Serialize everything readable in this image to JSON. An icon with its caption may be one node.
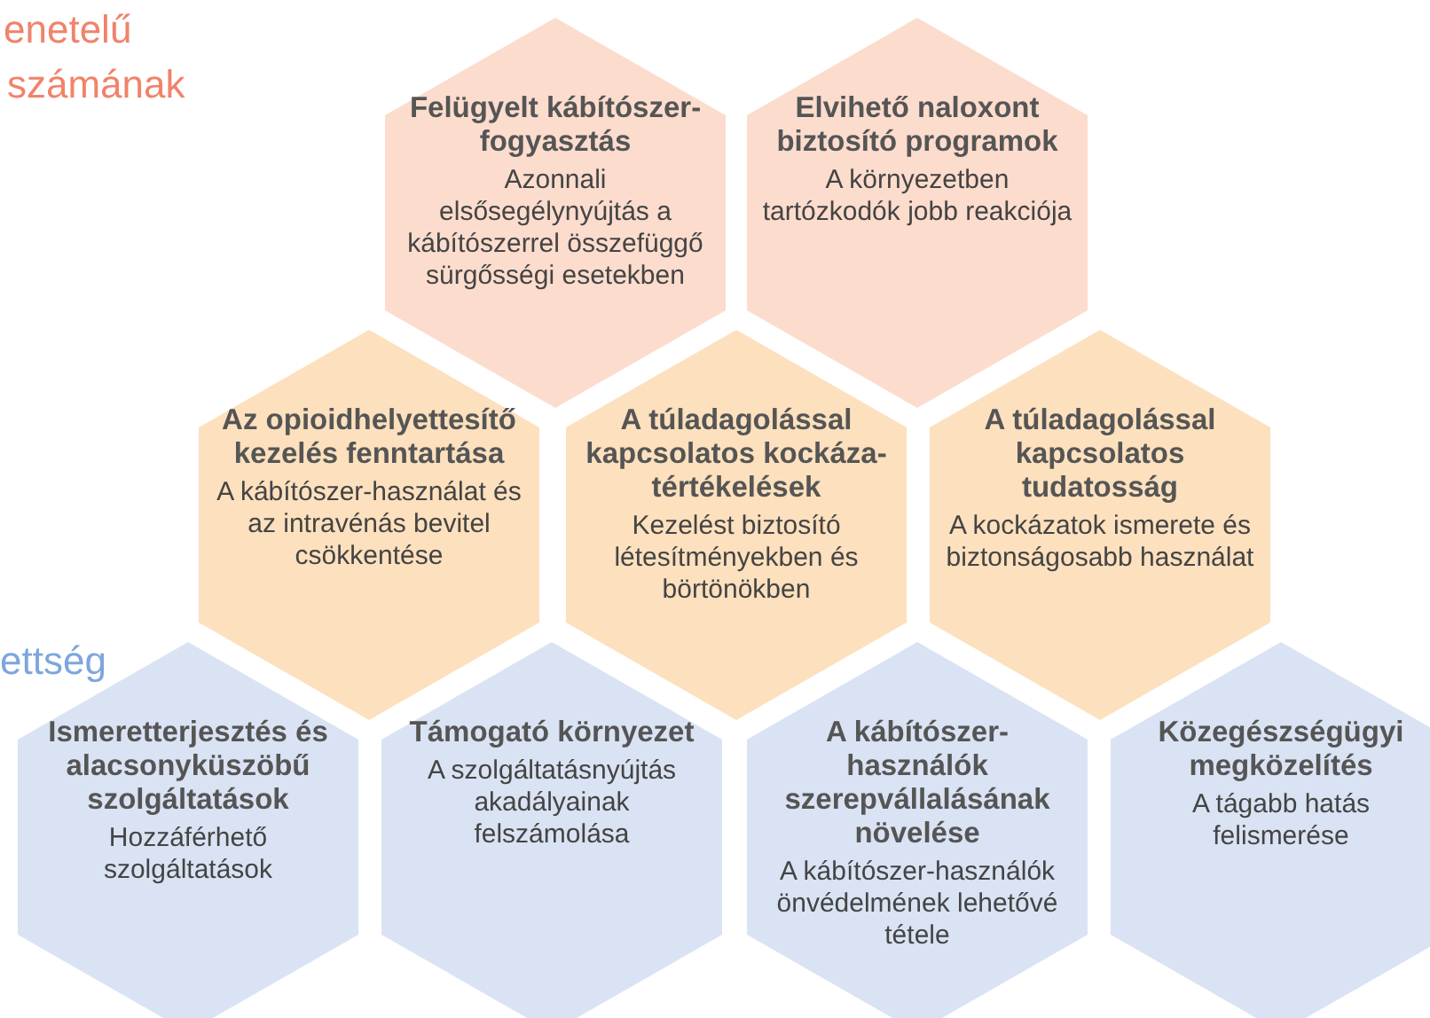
{
  "diagram": {
    "nodes": [
      {
        "text": [
          "Felügyelt kábítószer-fogyasztás",
          "Azonnali elsősegélynyújtás a kábítószerrel összefüggő sürgősségi esetekben"
        ]
      },
      {
        "text": [
          "Elvihető naloxont biztosító programok",
          "A környezetben tartózkodók jobb reakciója"
        ]
      },
      {
        "text": [
          "Az opioidhelyettesítő kezelés fenntartása",
          "A kábítószer-használat és az intravénás bevitel csökkentése"
        ]
      },
      {
        "text": [
          "A túladagolással kapcsolatos kockáza-tértékelések",
          "Kezelést biztosító létesítményekben és börtönökben"
        ]
      },
      {
        "text": [
          "A túladagolással kapcsolatos tudatosság",
          "A kockázatok ismerete és biztonságosabb használat"
        ]
      },
      {
        "text": [
          "Ismeretterjesztés és alacsonyküszöbű szolgáltatások",
          "Hozzáférhető szolgáltatások"
        ]
      },
      {
        "text": [
          "Támogató környezet",
          "A szolgáltatásnyújtás akadályainak felszámolása"
        ]
      },
      {
        "text": [
          "A kábítószer-használók szerepvállalásának növelése",
          "A kábítószer-használók önvédelmének lehetővé tétele"
        ]
      },
      {
        "text": [
          "Közegészségügyi megközelítés",
          "A tágabb hatás felismerése"
        ]
      }
    ],
    "labels": [
      "enetelű",
      "számának",
      "ettség"
    ]
  }
}
